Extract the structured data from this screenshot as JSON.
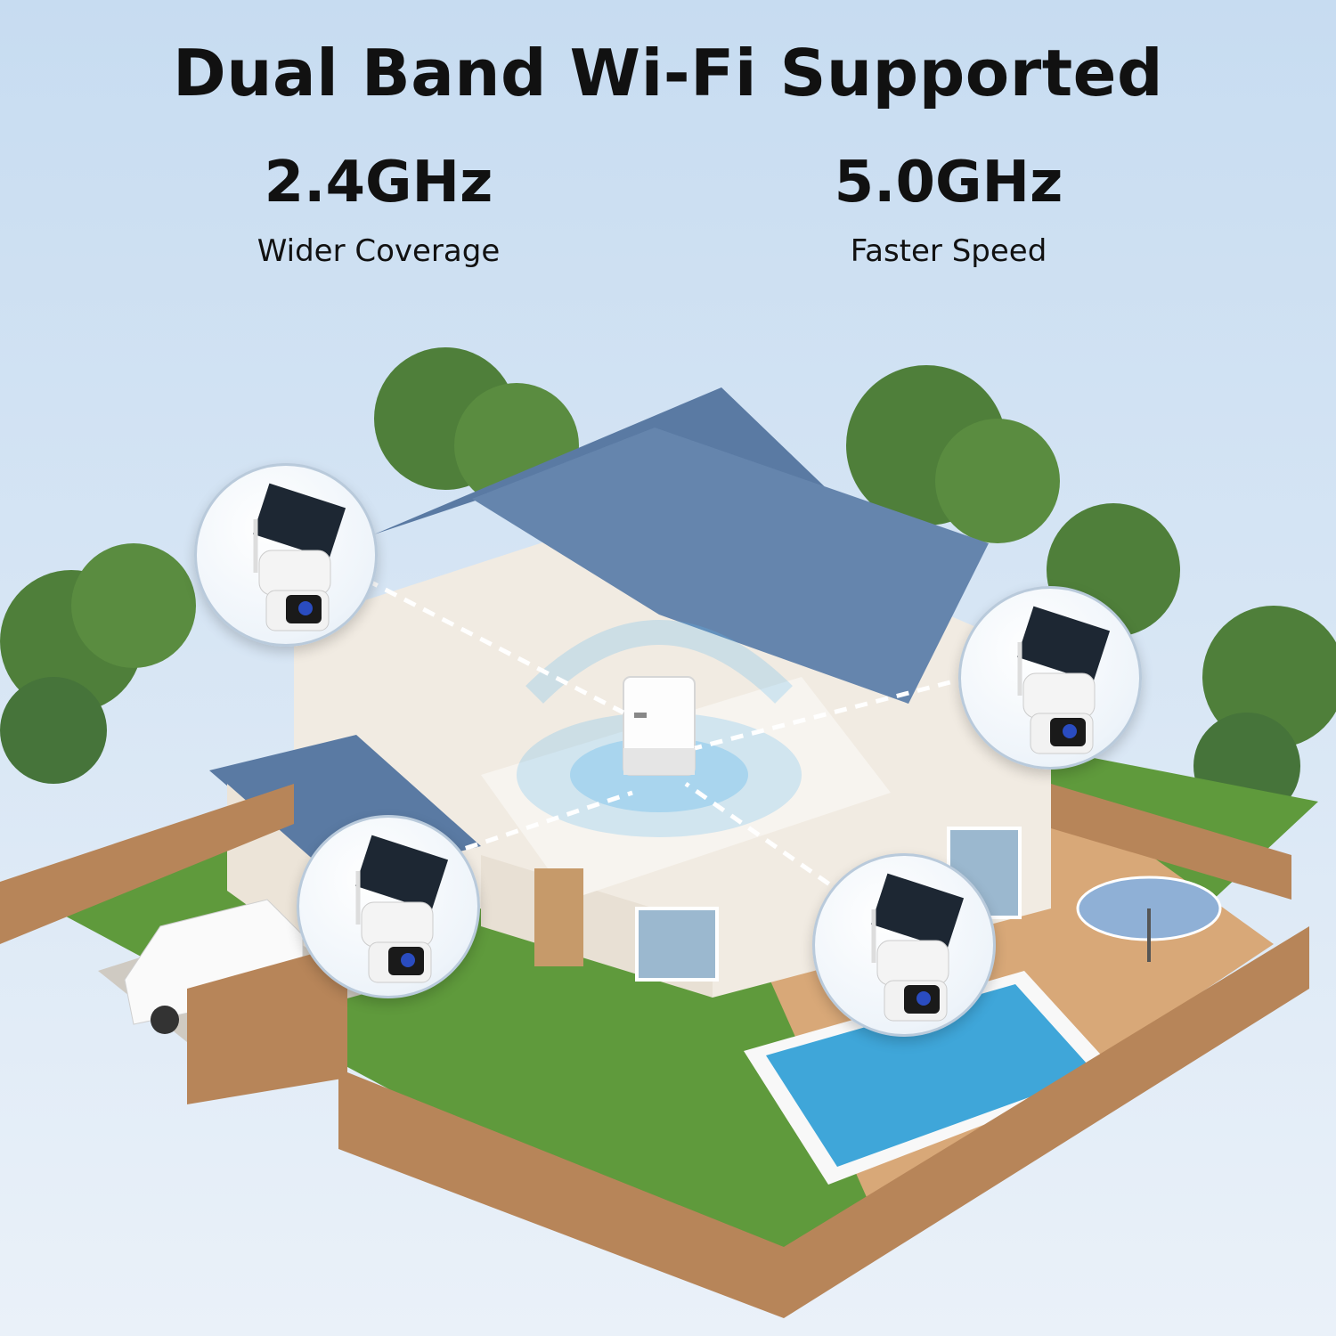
{
  "headline": "Dual Band Wi-Fi Supported",
  "bands": [
    {
      "frequency": "2.4GHz",
      "description": "Wider Coverage"
    },
    {
      "frequency": "5.0GHz",
      "description": "Faster Speed"
    }
  ],
  "colors": {
    "sky": "#c7dcf1",
    "roof": "#5a7aa3",
    "wall": "#f1ebe2",
    "fence": "#b78559",
    "grass": "#5f9a3c",
    "deck": "#d8a878",
    "pool": "#3fa6d9",
    "wifi_glow": "#5fb6ee"
  },
  "icons": [
    "solar-camera-icon",
    "wifi-router-icon"
  ]
}
